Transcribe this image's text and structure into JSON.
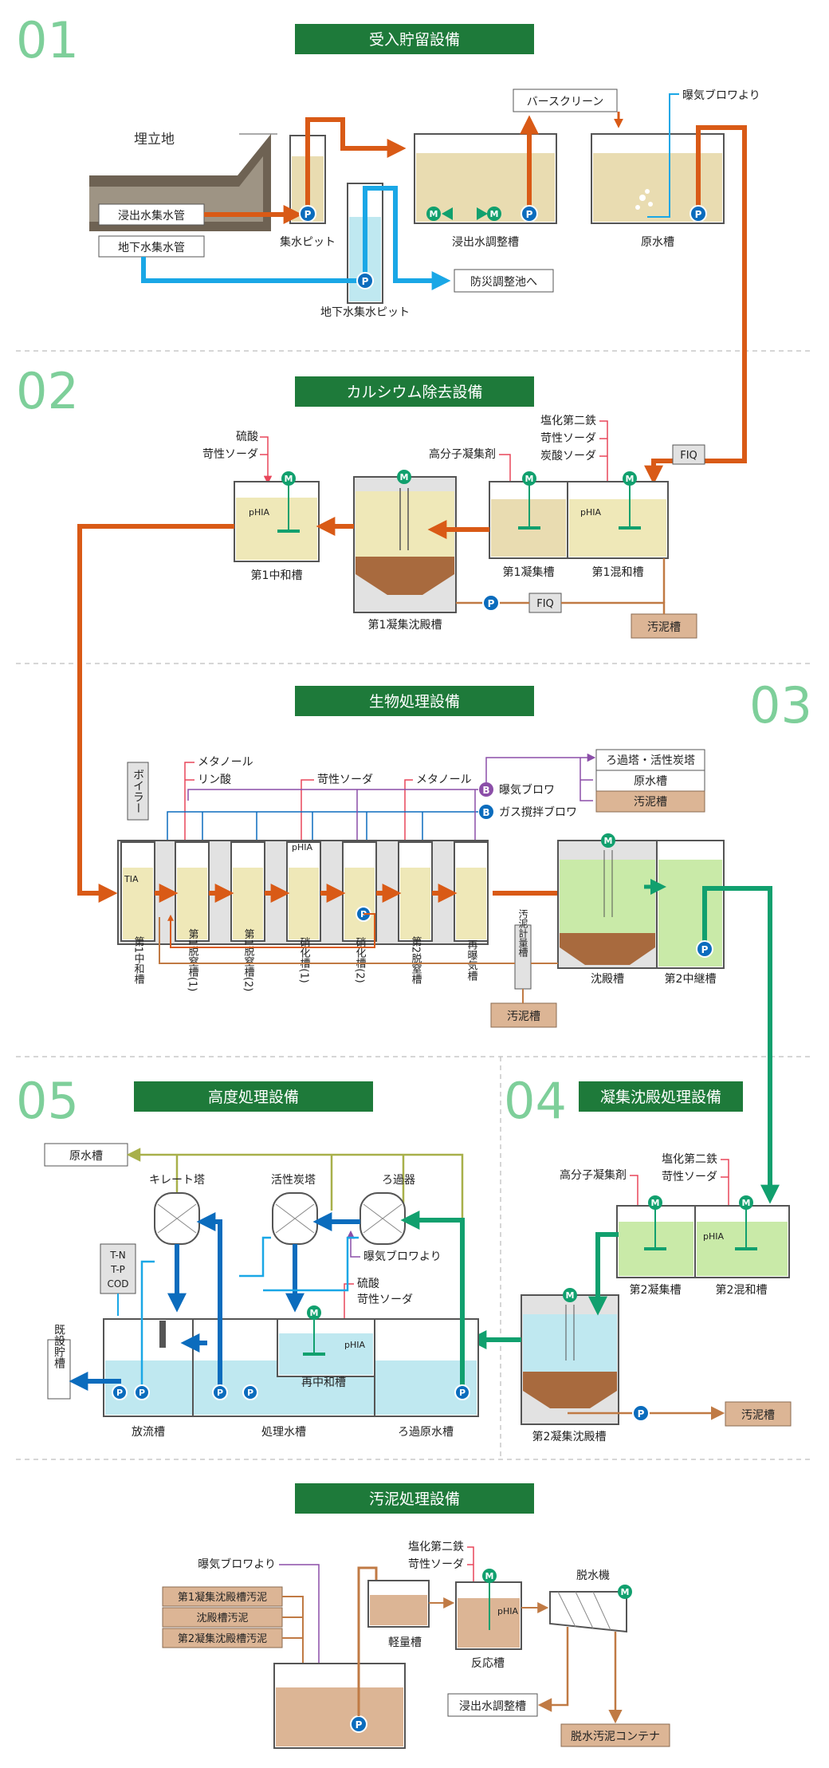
{
  "colors": {
    "green_banner": "#1e7a3a",
    "section_number": "#7ecf9a",
    "orange_flow": "#d95a16",
    "blue_flow": "#1aa7e6",
    "dark_blue_flow": "#0b6cbd",
    "green_flow": "#11a06e",
    "purple_line": "#8b4ea8",
    "red_chem": "#e8465a",
    "sludge_box": "#dcb595",
    "tank_sand": "#e9dcb1",
    "tank_lightblue": "#bfe8f0",
    "tank_lightgreen": "#c9eaa8"
  },
  "sections": {
    "s01": {
      "number": "01",
      "title": "受入貯留設備"
    },
    "s02": {
      "number": "02",
      "title": "カルシウム除去設備"
    },
    "s03": {
      "number": "03",
      "title": "生物処理設備"
    },
    "s04": {
      "number": "04",
      "title": "凝集沈殿処理設備"
    },
    "s05": {
      "number": "05",
      "title": "高度処理設備"
    },
    "s06": {
      "title": "汚泥処理設備"
    }
  },
  "s01": {
    "landfill": "埋立地",
    "leachate_pipe": "浸出水集水管",
    "groundwater_pipe": "地下水集水管",
    "collection_pit": "集水ピット",
    "groundwater_pit": "地下水集水ピット",
    "adjust_tank": "浸出水調整槽",
    "bar_screen": "バースクリーン",
    "raw_tank": "原水槽",
    "from_blower": "曝気ブロワより",
    "disaster_pond": "防災調整池へ"
  },
  "s02": {
    "sulfuric": "硫酸",
    "caustic": "苛性ソーダ",
    "polymer": "高分子凝集剤",
    "ferric": "塩化第二鉄",
    "caustic2": "苛性ソーダ",
    "carbonate": "炭酸ソーダ",
    "fiq1": "FIQ",
    "fiq2": "FIQ",
    "neutral1": "第1中和槽",
    "coag_settle1": "第1凝集沈殿槽",
    "coag1": "第1凝集槽",
    "mix1": "第1混和槽",
    "sludge": "汚泥槽",
    "phia": "pHIA"
  },
  "s03": {
    "boiler": "ボイラー",
    "methanol1": "メタノール",
    "phosphoric": "リン酸",
    "caustic": "苛性ソーダ",
    "methanol2": "メタノール",
    "aeration_blower": "曝気ブロワ",
    "gas_blower": "ガス撹拌ブロワ",
    "dest1": "ろ過塔・活性炭塔",
    "dest2": "原水槽",
    "dest3": "汚泥槽",
    "tia": "TIA",
    "phia": "pHIA",
    "tank_labels": [
      "第1中和槽",
      "第1脱窒槽(1)",
      "第1脱窒槽(2)",
      "硝化槽(1)",
      "硝化槽(2)",
      "第2脱窒槽",
      "再曝気槽"
    ],
    "sludge_meter": "汚泥計量槽",
    "sludge": "汚泥槽",
    "settle": "沈殿槽",
    "relay2": "第2中継槽"
  },
  "s04": {
    "polymer": "高分子凝集剤",
    "ferric": "塩化第二鉄",
    "caustic": "苛性ソーダ",
    "coag2": "第2凝集槽",
    "mix2": "第2混和槽",
    "coag_settle2": "第2凝集沈殿槽",
    "sludge": "汚泥槽",
    "phia": "pHIA"
  },
  "s05": {
    "raw_tank": "原水槽",
    "chelate": "キレート塔",
    "carbon": "活性炭塔",
    "filter": "ろ過器",
    "analyzer": [
      "T-N",
      "T-P",
      "COD"
    ],
    "from_blower": "曝気ブロワより",
    "sulfuric": "硫酸",
    "caustic": "苛性ソーダ",
    "existing": "既設貯槽",
    "discharge": "放流槽",
    "treated": "処理水槽",
    "reneutral": "再中和槽",
    "filter_raw": "ろ過原水槽",
    "phia": "pHIA"
  },
  "s06": {
    "from_blower": "曝気ブロワより",
    "src1": "第1凝集沈殿槽汚泥",
    "src2": "沈殿槽汚泥",
    "src3": "第2凝集沈殿槽汚泥",
    "ferric": "塩化第二鉄",
    "caustic": "苛性ソーダ",
    "measure": "軽量槽",
    "reaction": "反応槽",
    "dewater": "脱水機",
    "to_adjust": "浸出水調整槽",
    "container": "脱水汚泥コンテナ",
    "phia": "pHIA"
  }
}
